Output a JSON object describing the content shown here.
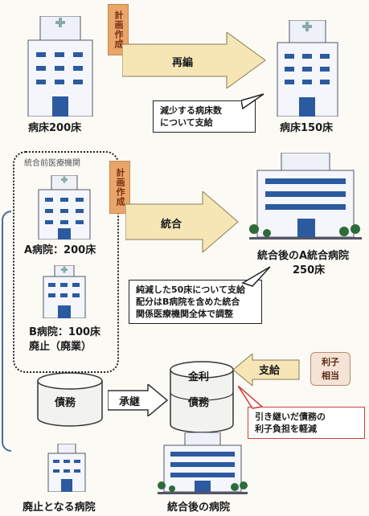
{
  "top": {
    "left_label": "病床200床",
    "right_label": "病床150床",
    "tab_text": "計画作成",
    "arrow_label": "再編",
    "callout": [
      "減少する病床数",
      "について支給"
    ]
  },
  "middle": {
    "group_title": "統合前医療機関",
    "hospital_a": "A病院：200床",
    "hospital_b_line1": "B病院：100床",
    "hospital_b_line2": "廃止（廃業）",
    "tab_text": "計画作成",
    "arrow_label": "統合",
    "right_label_line1": "統合後のA統合病院",
    "right_label_line2": "250床",
    "callout": [
      "純減した50床について支給",
      "配分はB病院を含めた統合",
      "関係医療機関全体で調整"
    ]
  },
  "bottom": {
    "debt_label": "債務",
    "arrow_label": "承継",
    "cylinder_top": "金利",
    "cylinder_bottom": "債務",
    "support_label": "支給",
    "interest_label": [
      "利子",
      "相当"
    ],
    "callout": [
      "引き継いだ債務の",
      "利子負担を軽減"
    ],
    "left_label": "廃止となる病院",
    "right_label": "統合後の病院"
  },
  "colors": {
    "tab": "#e9a66a",
    "arrow_fill": "#f6e6b6",
    "building": "#2c5aa0",
    "accent_red": "#d23b3b"
  }
}
